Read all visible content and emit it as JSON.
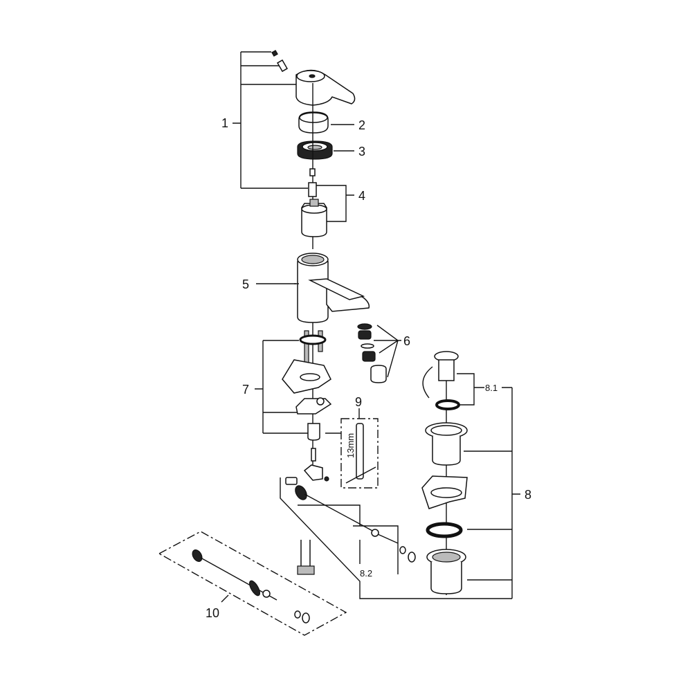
{
  "diagram": {
    "labels": {
      "l1": "1",
      "l2": "2",
      "l3": "3",
      "l4": "4",
      "l5": "5",
      "l6": "6",
      "l7": "7",
      "l8": "8",
      "l8_1": "8.1",
      "l8_2": "8.2",
      "l9": "9",
      "l10": "10"
    },
    "tool_size": "13mm"
  }
}
